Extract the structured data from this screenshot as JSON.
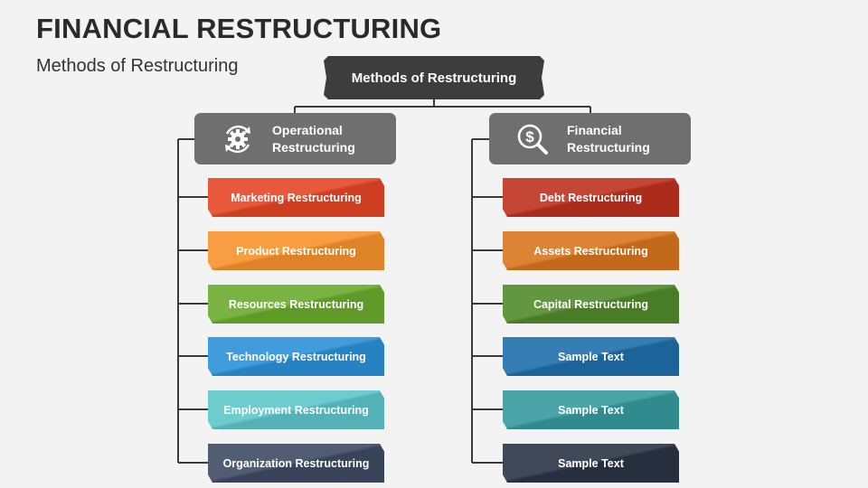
{
  "header": {
    "title": "FINANCIAL RESTRUCTURING",
    "subtitle": "Methods of Restructuring"
  },
  "diagram": {
    "root": "Methods of Restructuring",
    "branches": [
      {
        "label": "Operational\nRestructuring",
        "icon": "gear-cycle-icon",
        "items": [
          {
            "label": "Marketing Restructuring",
            "color": "#e64524"
          },
          {
            "label": "Product Restructuring",
            "color": "#f7922b"
          },
          {
            "label": "Resources Restructuring",
            "color": "#6aab2e"
          },
          {
            "label": "Technology Restructuring",
            "color": "#2b91d9"
          },
          {
            "label": "Employment Restructuring",
            "color": "#5ec5c9"
          },
          {
            "label": "Organization Restructuring",
            "color": "#3d4b63"
          }
        ]
      },
      {
        "label": "Financial\nRestructuring",
        "icon": "dollar-search-icon",
        "items": [
          {
            "label": "Debt Restructuring",
            "color": "#c0311e"
          },
          {
            "label": "Assets Restructuring",
            "color": "#d8751e"
          },
          {
            "label": "Capital Restructuring",
            "color": "#508a2a"
          },
          {
            "label": "Sample Text",
            "color": "#1f6eaa"
          },
          {
            "label": "Sample Text",
            "color": "#369a9e"
          },
          {
            "label": "Sample Text",
            "color": "#2b3445"
          }
        ]
      }
    ]
  }
}
